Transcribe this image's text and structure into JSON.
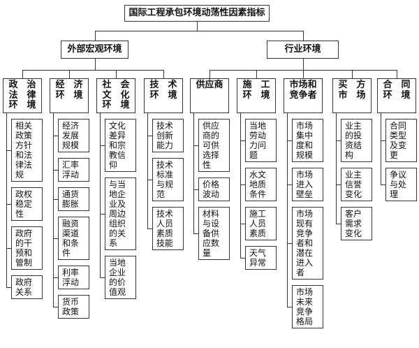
{
  "root": {
    "label": "国际工程承包环境动荡性因素指标"
  },
  "groups": [
    {
      "label": "外部宏观环境",
      "categories": [
        {
          "label": "政　治\n法　律\n环　境",
          "items": [
            "相关政策方针和法律法规",
            "政权稳定性",
            "政府的干预和管制",
            "政府关系"
          ]
        },
        {
          "label": "经　济\n环　境",
          "items": [
            "经济发展规模",
            "汇率浮动",
            "通货膨胀",
            "融资渠道和条件",
            "利率浮动",
            "货币政策"
          ]
        },
        {
          "label": "社　会\n文　化\n环　境",
          "items": [
            "文化差异和宗教信仰",
            "与当地企业及周边组织的关系",
            "当地企业的价值观"
          ]
        },
        {
          "label": "技　术\n环　境",
          "items": [
            "技术创新能力",
            "技术标准与规范",
            "技术人员素质技能"
          ]
        }
      ]
    },
    {
      "label": "行业环境",
      "categories": [
        {
          "label": "供应商",
          "items": [
            "供应商的可供选择性",
            "价格波动",
            "材料与设备供应数量"
          ]
        },
        {
          "label": "施　工\n环　境",
          "items": [
            "当地劳动力问题",
            "水文地质条件",
            "施工人员素质",
            "天气异常"
          ]
        },
        {
          "label": "市场和\n竞争者",
          "items": [
            "市场集中度和规模",
            "市场进入壁垒",
            "市场现有竞争者和潜在进入者",
            "市场未来竞争格局"
          ]
        },
        {
          "label": "买　方\n市　场",
          "items": [
            "业主的投资结构",
            "业主信誉变化",
            "客户需求变化"
          ]
        },
        {
          "label": "合　同\n环　境",
          "items": [
            "合同类型及变更",
            "争议与处理"
          ]
        }
      ]
    }
  ],
  "style": {
    "line_color": "#333333",
    "background": "#ffffff"
  }
}
